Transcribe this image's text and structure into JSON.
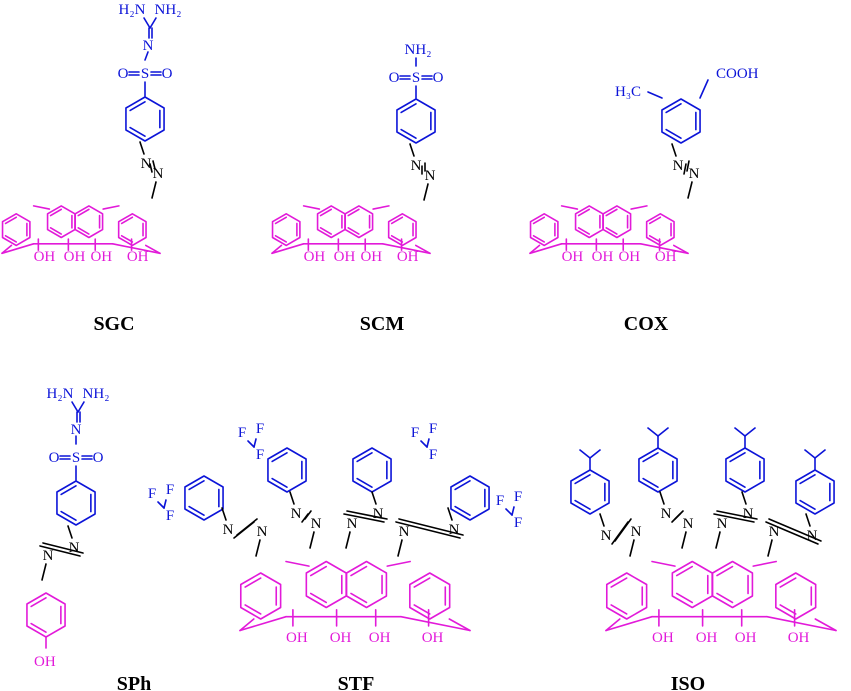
{
  "colors": {
    "calixarene": "#e21ad9",
    "substituent": "#0c14d8",
    "azo_bridge": "#000000",
    "label": "#000000"
  },
  "atoms": {
    "guanidine_h2n": "H₂N",
    "guanidine_nh2": "NH₂",
    "guanidine_n": "N",
    "sulfonyl_s": "S",
    "sulfonyl_o": "O",
    "sulfonamide_nh2": "NH₂",
    "carboxyl": "COOH",
    "methyl": "H₃C",
    "azo_n": "N",
    "fluorine": "F",
    "hydroxyl": "OH"
  },
  "compounds": [
    {
      "id": "SGC",
      "label": "SGC"
    },
    {
      "id": "SCM",
      "label": "SCM"
    },
    {
      "id": "COX",
      "label": "COX"
    },
    {
      "id": "SPh",
      "label": "SPh"
    },
    {
      "id": "STF",
      "label": "STF"
    },
    {
      "id": "ISO",
      "label": "ISO"
    }
  ]
}
